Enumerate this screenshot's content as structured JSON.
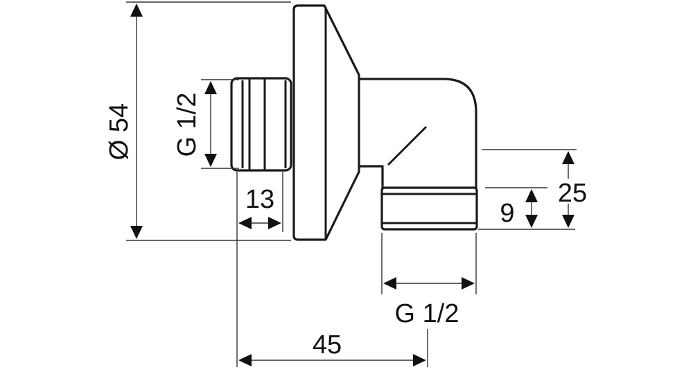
{
  "dimensions": {
    "flange_diameter": "Ø 54",
    "inlet_thread": "G 1/2",
    "inlet_thread_length": "13",
    "outlet_thread": "G 1/2",
    "outlet_thread_length": "9",
    "outlet_height": "25",
    "overall_depth": "45"
  },
  "colors": {
    "line": "#1a1a1a",
    "background": "#ffffff"
  }
}
